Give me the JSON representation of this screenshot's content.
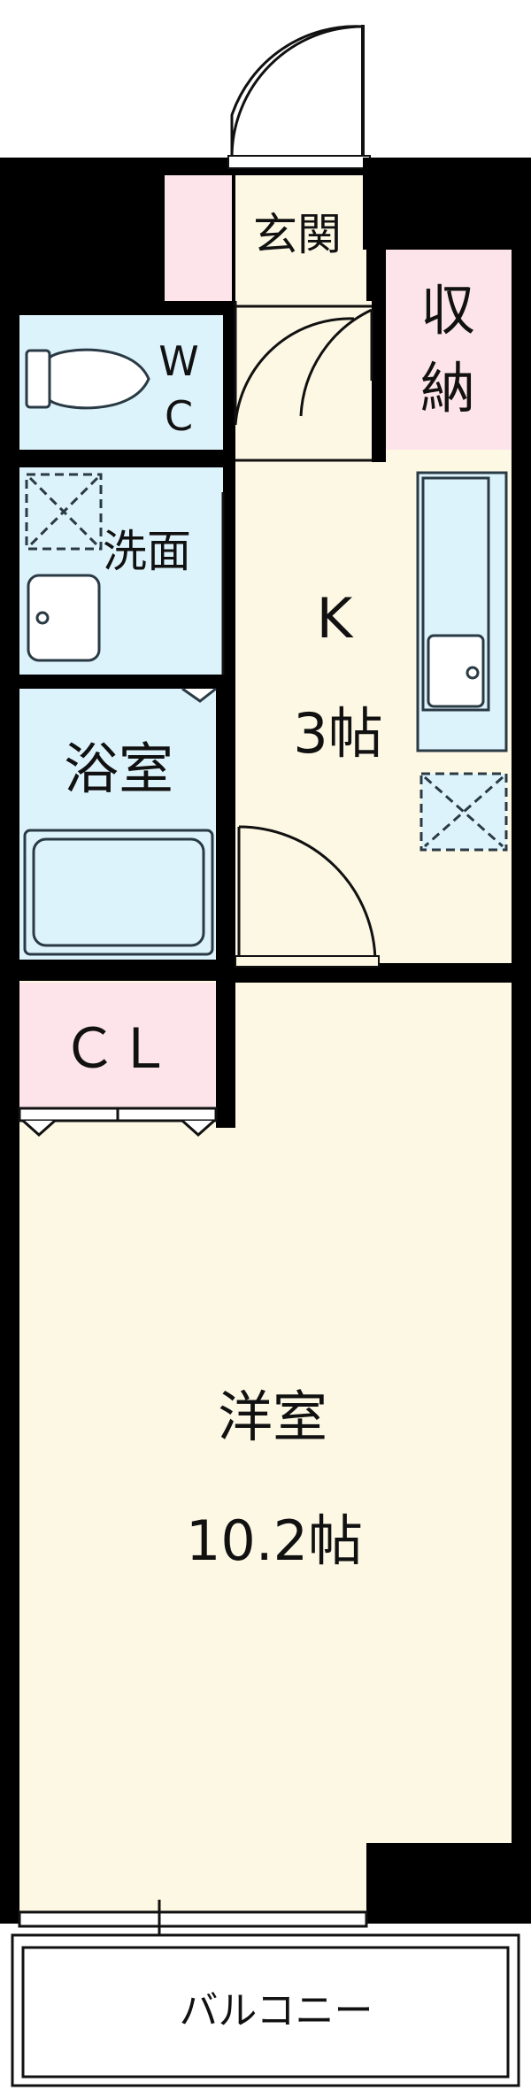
{
  "rooms": {
    "entrance": "玄関",
    "storage_1": "収",
    "storage_2": "納",
    "toilet_1": "W",
    "toilet_2": "C",
    "washroom": "洗面",
    "kitchen_name": "K",
    "kitchen_size": "3帖",
    "bath": "浴室",
    "closet": "ＣＬ",
    "western_name": "洋室",
    "western_size": "10.2帖",
    "balcony": "バルコニー"
  },
  "colors": {
    "wall": "#000000",
    "floor_cream": "#fdf8e4",
    "wet_blue": "#ddf3fb",
    "storage_pink": "#fde4ea",
    "fixture_line": "#2a3a44"
  }
}
